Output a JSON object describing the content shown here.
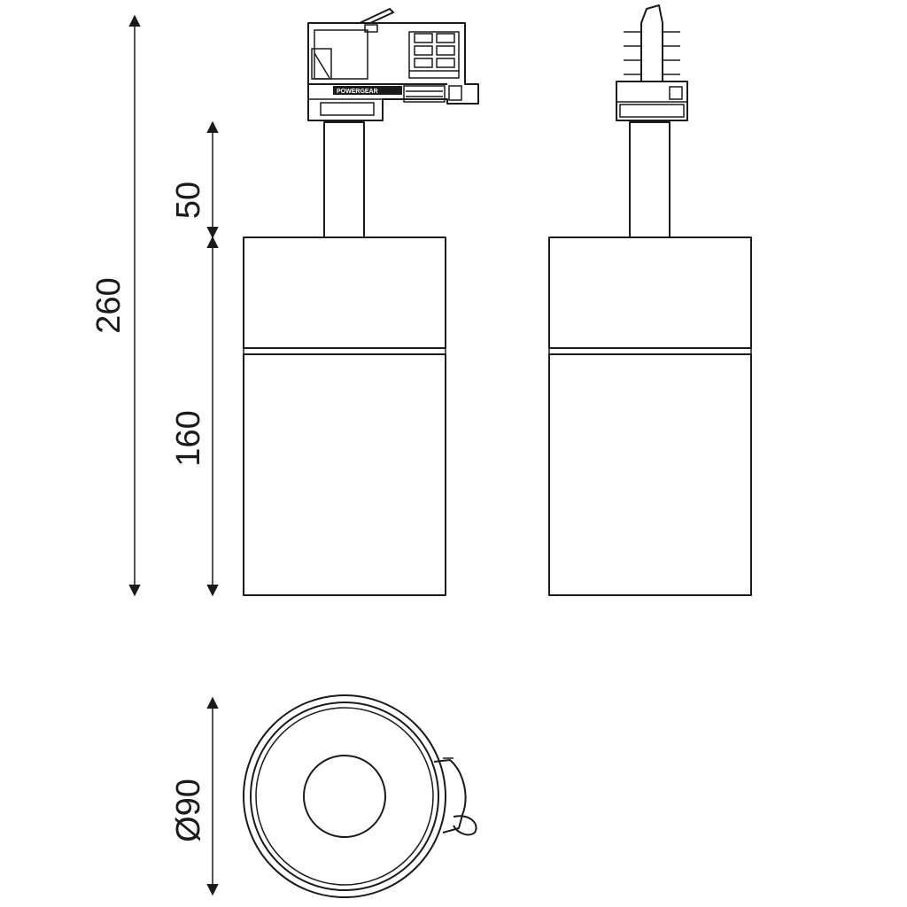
{
  "dimensions": {
    "overall_height": "260",
    "neck_length": "50",
    "body_length": "160",
    "diameter": "Ø90"
  },
  "adapter_brand": "POWERGEAR",
  "colors": {
    "line": "#1a1a1a",
    "background": "#ffffff"
  }
}
